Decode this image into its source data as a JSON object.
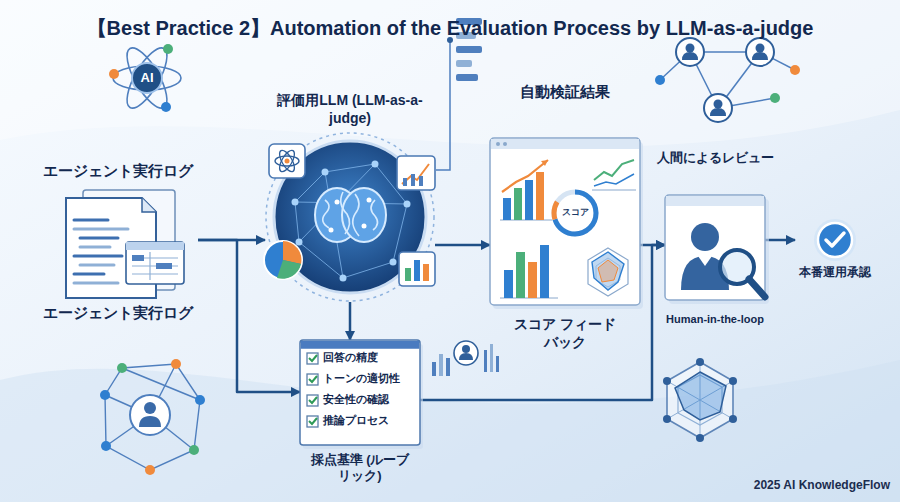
{
  "diagram": {
    "title": "【Best Practice 2】Automation of the Evaluation Process by LLM-as-a-judge",
    "nodes": [
      {
        "text": [
          "エージェント実行ログ",
          "エージェント実行ログ"
        ]
      },
      {
        "text": [
          "評価用LLM (LLM-as-a-judge)"
        ]
      },
      {
        "text": [
          "自動検証結果",
          "スコア フィードバック"
        ]
      },
      {
        "text": [
          "人間によるレビュー",
          "Human-in-the-loop"
        ]
      },
      {
        "text": [
          "本番運用承認"
        ]
      },
      {
        "text": [
          "回答の精度",
          "トーンの適切性",
          "安全性の確認",
          "推論プロセス",
          "採点基準 (ルーブリック)"
        ]
      }
    ],
    "edges": [
      {
        "from": 0,
        "to": 1,
        "arrow": "to"
      },
      {
        "from": 0,
        "to": 5,
        "arrow": "to"
      },
      {
        "from": 1,
        "to": 5,
        "arrow": "to"
      },
      {
        "from": 1,
        "to": 2,
        "arrow": "to"
      },
      {
        "from": 2,
        "to": 3,
        "arrow": "to"
      },
      {
        "from": 5,
        "to": 3,
        "arrow": "to"
      },
      {
        "from": 3,
        "to": 4,
        "arrow": "to"
      }
    ],
    "labels": [
      "AI",
      "スコア",
      "2025 AI KnowledgeFlow"
    ]
  }
}
